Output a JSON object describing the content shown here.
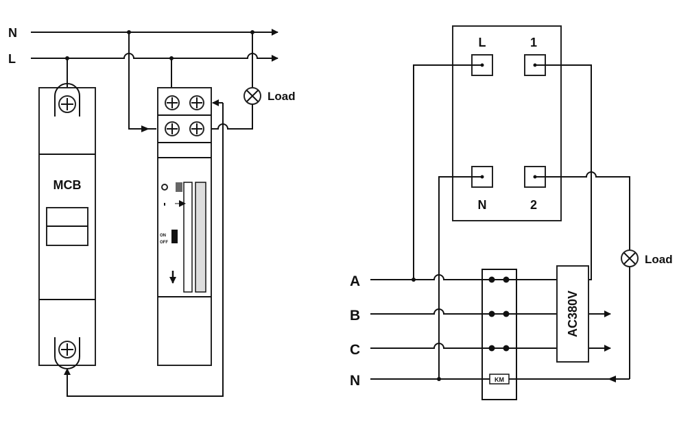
{
  "left": {
    "lines": {
      "neutral": "N",
      "live": "L"
    },
    "mcb_label": "MCB",
    "load_label": "Load",
    "timer": {
      "on_label": "ON",
      "off_label": "OFF"
    }
  },
  "right": {
    "terminals": {
      "l": "L",
      "one": "1",
      "n": "N",
      "two": "2"
    },
    "phases": {
      "a": "A",
      "b": "B",
      "c": "C",
      "n": "N"
    },
    "contactor_label": "KM",
    "coil_label": "AC380V",
    "load_label": "Load"
  }
}
